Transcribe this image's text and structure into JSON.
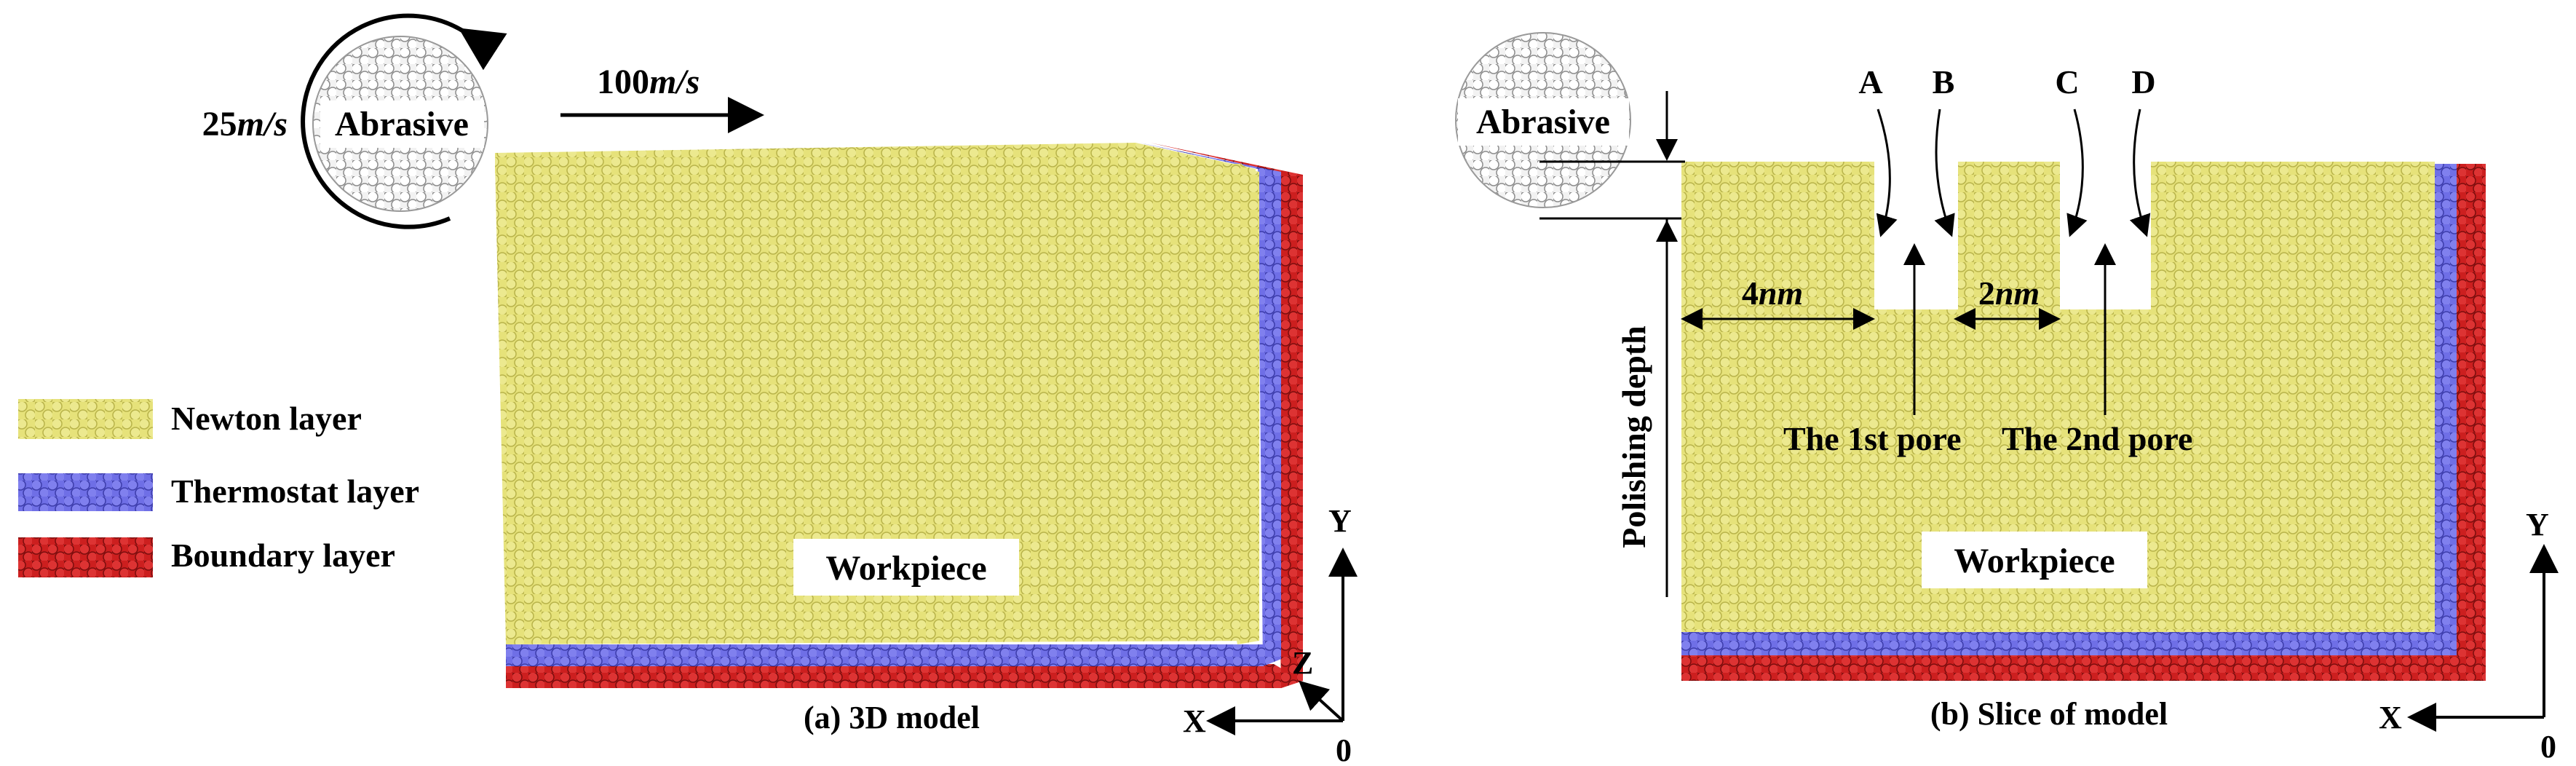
{
  "figure": {
    "panel_a": {
      "caption": "(a) 3D model",
      "abrasive_label": "Abrasive",
      "rotation_speed_value": "25",
      "rotation_speed_unit": "m/s",
      "feed_speed_value": "100",
      "feed_speed_unit": "m/s",
      "workpiece_label": "Workpiece",
      "axes": {
        "y": "Y",
        "z": "Z",
        "x": "X",
        "origin": "0"
      }
    },
    "legend": [
      {
        "label": "Newton layer",
        "color": "#e6e27a"
      },
      {
        "label": "Thermostat layer",
        "color": "#6f6fe6"
      },
      {
        "label": "Boundary layer",
        "color": "#cc1f1f"
      }
    ],
    "panel_b": {
      "caption": "(b) Slice of model",
      "abrasive_label": "Abrasive",
      "workpiece_label": "Workpiece",
      "polishing_depth_label": "Polishing depth",
      "dim_4_value": "4",
      "dim_4_unit": "nm",
      "dim_2_value": "2",
      "dim_2_unit": "nm",
      "point_labels": [
        "A",
        "B",
        "C",
        "D"
      ],
      "pore_1_label": "The 1st pore",
      "pore_2_label": "The 2nd pore",
      "axes": {
        "y": "Y",
        "x": "X",
        "origin": "0"
      }
    }
  },
  "colors": {
    "newton": "#e6e27a",
    "thermostat": "#6f6fe6",
    "boundary": "#cc1f1f",
    "abrasive": "#d9d9d9",
    "ink": "#000000"
  }
}
